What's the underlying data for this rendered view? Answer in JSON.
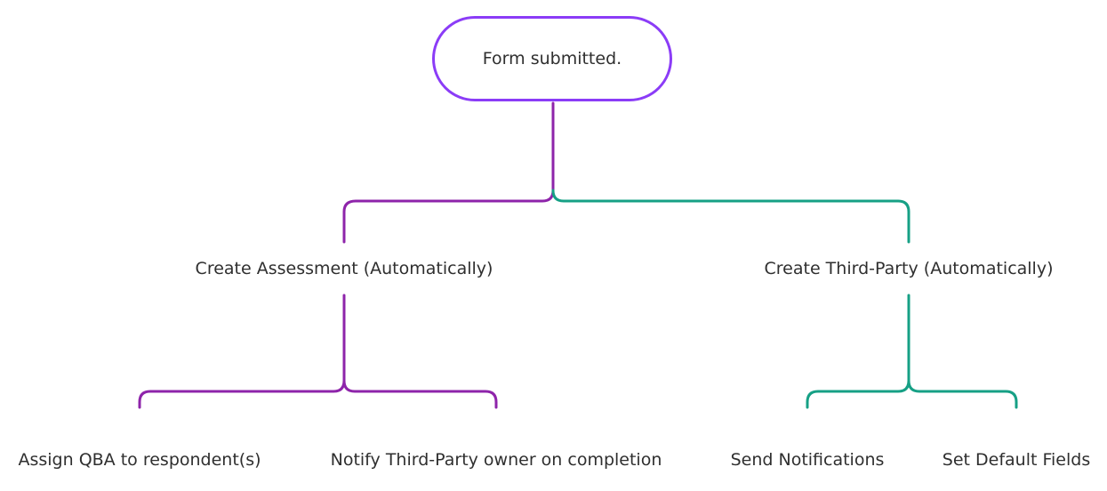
{
  "diagram": {
    "root": {
      "label": "Form submitted."
    },
    "branches": [
      {
        "label": "Create Assessment (Automatically)",
        "children": [
          {
            "label": "Assign QBA to respondent(s)"
          },
          {
            "label": "Notify Third-Party owner on completion"
          }
        ]
      },
      {
        "label": "Create Third-Party (Automatically)",
        "children": [
          {
            "label": "Send Notifications"
          },
          {
            "label": "Set Default Fields"
          }
        ]
      }
    ]
  },
  "colors": {
    "root_border": "#8b3cf7",
    "assessment_branch": "#8e24aa",
    "third_party_branch": "#16a085",
    "text": "#2f2f2f"
  }
}
